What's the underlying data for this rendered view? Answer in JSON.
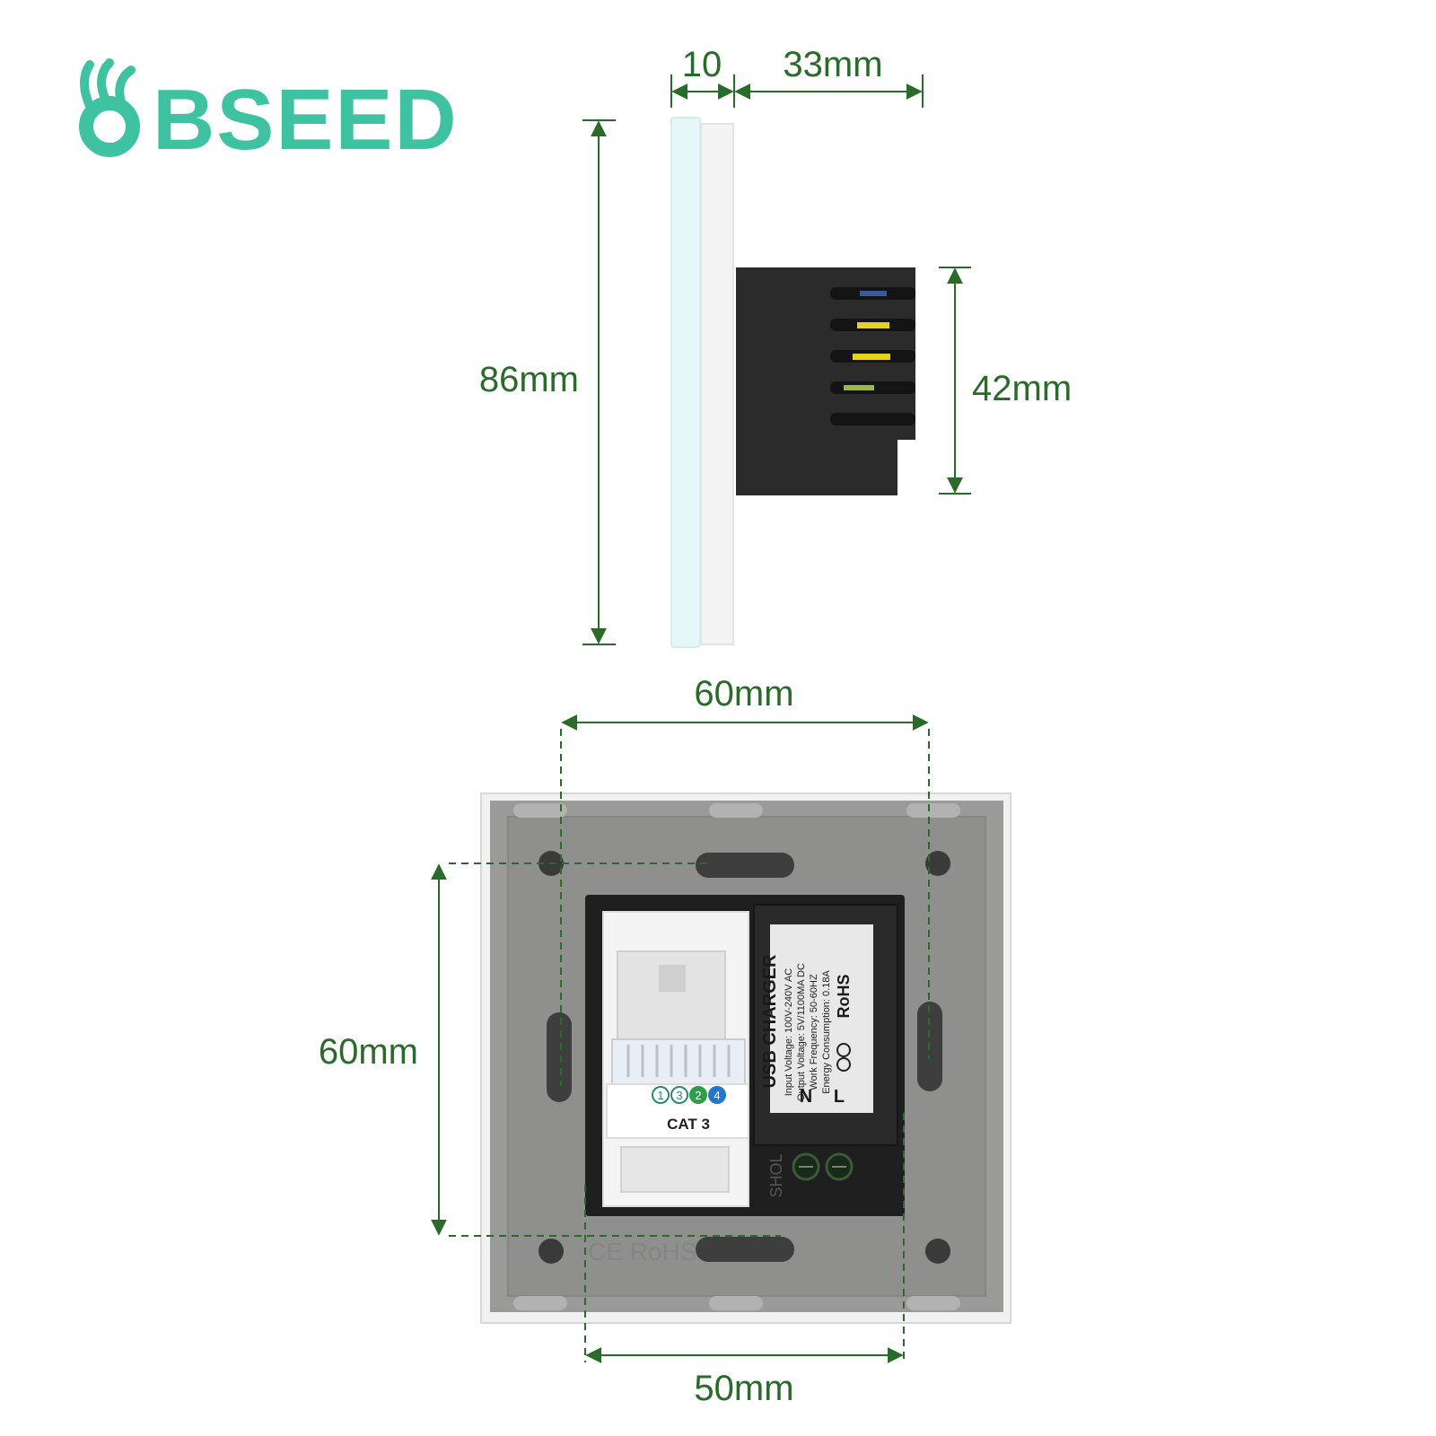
{
  "brand": {
    "name": "BSEED",
    "color": "#3fc2a2"
  },
  "colors": {
    "dimension": "#2a6a2a",
    "plate": "#9a9a98",
    "module": "#2b2b2b"
  },
  "side_view": {
    "dim_plate_thickness": "10",
    "dim_depth": "33mm",
    "dim_height": "86mm",
    "dim_module_height": "42mm"
  },
  "back_view": {
    "dim_top_width": "60mm",
    "dim_left_height": "60mm",
    "dim_bottom_width": "50mm",
    "plate_marking": "CE RoHS",
    "terminal_marking": "SHOL",
    "jack": {
      "pins": [
        "1",
        "3",
        "2",
        "4"
      ],
      "pin_colors": [
        "#ffffff",
        "#ffffff",
        "#2e9e4a",
        "#2277cc"
      ],
      "label": "CAT 3"
    },
    "usb_label": {
      "title": "USB CHARGER",
      "lines": [
        "Input Voltage: 100V-240V AC",
        "Output Voltage: 5V/1100MA DC",
        "Work Frequency: 50-60HZ",
        "Energy Consumption: 0.18A"
      ],
      "rohs": "RoHS",
      "terminals": [
        "N",
        "L"
      ]
    }
  }
}
